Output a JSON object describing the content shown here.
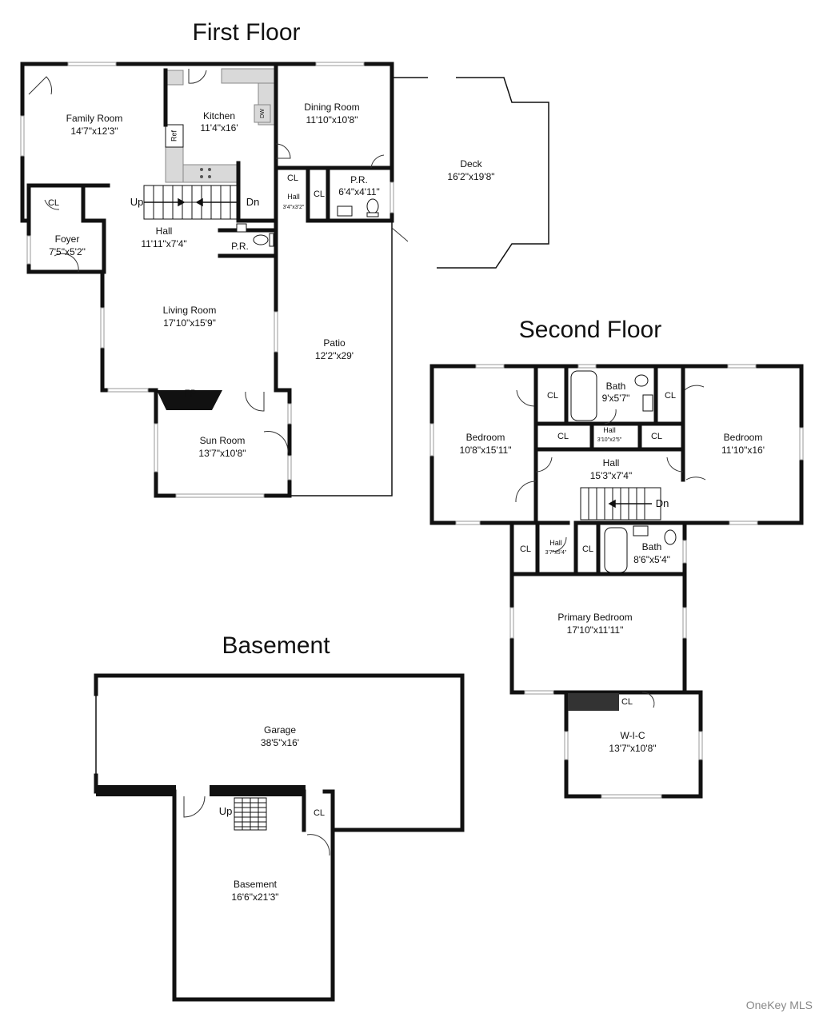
{
  "floors": {
    "first": {
      "title": "First Floor"
    },
    "second": {
      "title": "Second Floor"
    },
    "basement": {
      "title": "Basement"
    }
  },
  "rooms": {
    "family_room": {
      "name": "Family Room",
      "dim": "14'7\"x12'3\""
    },
    "kitchen": {
      "name": "Kitchen",
      "dim": "11'4\"x16'"
    },
    "dining_room": {
      "name": "Dining Room",
      "dim": "11'10\"x10'8\""
    },
    "deck": {
      "name": "Deck",
      "dim": "16'2\"x19'8\""
    },
    "pr_first_right": {
      "name": "P.R.",
      "dim": "6'4\"x4'11\""
    },
    "hall_small_first": {
      "name": "Hall",
      "dim": "3'4\"x3'2\""
    },
    "foyer": {
      "name": "Foyer",
      "dim": "7'5\"x5'2\""
    },
    "hall_first": {
      "name": "Hall",
      "dim": "11'11\"x7'4\""
    },
    "pr_first_hall": {
      "name": "P.R."
    },
    "living_room": {
      "name": "Living Room",
      "dim": "17'10\"x15'9\""
    },
    "patio": {
      "name": "Patio",
      "dim": "12'2\"x29'"
    },
    "sun_room": {
      "name": "Sun Room",
      "dim": "13'7\"x10'8\""
    },
    "bedroom_left": {
      "name": "Bedroom",
      "dim": "10'8\"x15'11\""
    },
    "bath_upper": {
      "name": "Bath",
      "dim": "9'x5'7\""
    },
    "hall_upper_small": {
      "name": "Hall",
      "dim": "3'10\"x2'5\""
    },
    "bedroom_right": {
      "name": "Bedroom",
      "dim": "11'10\"x16'"
    },
    "hall_second": {
      "name": "Hall",
      "dim": "15'3\"x7'4\""
    },
    "hall_lower_small": {
      "name": "Hall",
      "dim": "3'7\"x5'4\""
    },
    "bath_lower": {
      "name": "Bath",
      "dim": "8'6\"x5'4\""
    },
    "primary_bedroom": {
      "name": "Primary Bedroom",
      "dim": "17'10\"x11'11\""
    },
    "wic": {
      "name": "W-I-C",
      "dim": "13'7\"x10'8\""
    },
    "garage": {
      "name": "Garage",
      "dim": "38'5\"x16'"
    },
    "basement": {
      "name": "Basement",
      "dim": "16'6\"x21'3\""
    }
  },
  "labels": {
    "closet": "CL",
    "fireplace": "FP",
    "up": "Up",
    "down": "Dn",
    "ref": "Ref",
    "dw": "DW"
  },
  "watermark": "OneKey MLS"
}
